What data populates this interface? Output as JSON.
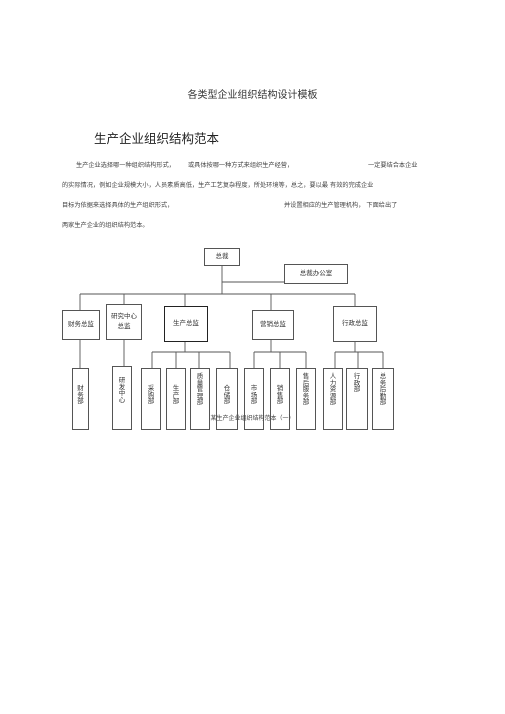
{
  "doc_title": "各类型企业组织结构设计模板",
  "section_title": "生产企业组织结构范本",
  "paragraph_lines": [
    "生产企业选择哪一种组织结构形式，",
    "或具体按哪一种方式来组织生产经营，",
    "一定要结合本企业",
    "的实际情况，例如企业规模大小，人员素质高低，生产工艺复杂程度，所处环境等，总之，要以最  有效的完成企业",
    "目标为依据来选择具体的生产组织形式，",
    "并设置相应的生产管理机构，  下面给出了",
    "两家生产企业的组织结构范本。"
  ],
  "org_chart": {
    "top": "总裁",
    "office": "总裁办公室",
    "directors": [
      "财务总监",
      "研究中心总监",
      "生产总监",
      "营销总监",
      "行政总监"
    ],
    "departments": [
      "财务部",
      "研发中心",
      "采购部",
      "生产部",
      "质量管理部",
      "仓储部",
      "市场部",
      "销售部",
      "售后服务部",
      "人力资源部",
      "行政部",
      "总务后勤部"
    ]
  },
  "caption": "某生产企业组织结构范本（一）"
}
